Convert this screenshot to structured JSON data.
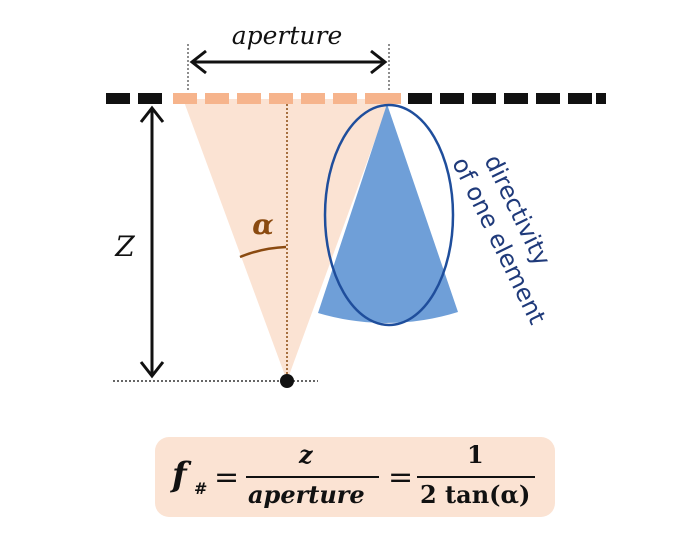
{
  "labels": {
    "aperture": "aperture",
    "z": "Z",
    "alpha": "α",
    "directivity_line1": "directivity",
    "directivity_line2": "of one element"
  },
  "formula": {
    "f": "f",
    "sub": "#",
    "equals1": "=",
    "num1": "z",
    "den1": "aperture",
    "equals2": "=",
    "num2": "1",
    "den2": "2 tan(α)"
  },
  "colors": {
    "aperture_elements": "#f6b48c",
    "focus_cone": "#fbe3d3",
    "directivity_fill": "#6f9fd8",
    "directivity_outline": "#1f4e9c",
    "directivity_text": "#1f3a7a",
    "alpha_color": "#8a4a10",
    "formula_bg": "#fbe3d3"
  }
}
